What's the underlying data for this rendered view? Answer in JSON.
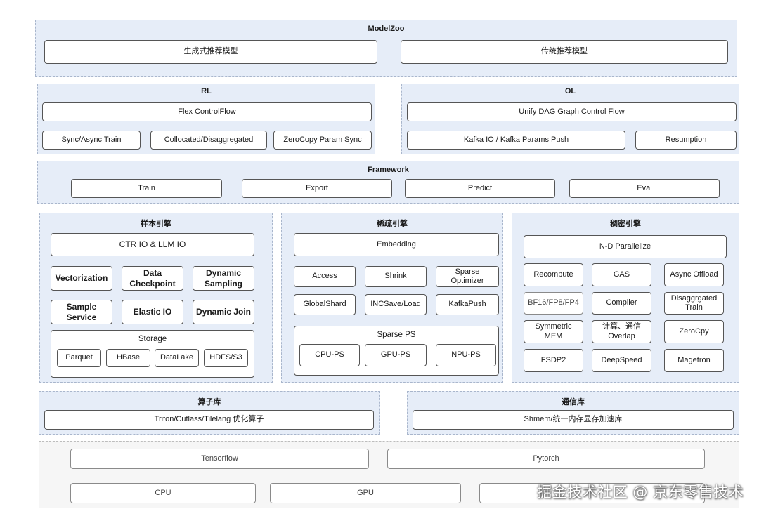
{
  "modelzoo": {
    "title": "ModelZoo",
    "items": [
      "生成式推荐模型",
      "传统推荐模型"
    ]
  },
  "rl": {
    "title": "RL",
    "control": "Flex ControlFlow",
    "items": [
      "Sync/Async Train",
      "Collocated/Disaggregated",
      "ZeroCopy Param Sync"
    ]
  },
  "ol": {
    "title": "OL",
    "control": "Unify DAG Graph Control Flow",
    "items": [
      "Kafka  IO / Kafka Params Push",
      "Resumption"
    ]
  },
  "framework": {
    "title": "Framework",
    "items": [
      "Train",
      "Export",
      "Predict",
      "Eval"
    ]
  },
  "sample_engine": {
    "title": "样本引擎",
    "io": "CTR IO & LLM IO",
    "items": [
      "Vectorization",
      "Data Checkpoint",
      "Dynamic Sampling",
      "Sample Service",
      "Elastic IO",
      "Dynamic Join"
    ],
    "storage": {
      "title": "Storage",
      "items": [
        "Parquet",
        "HBase",
        "DataLake",
        "HDFS/S3"
      ]
    }
  },
  "sparse_engine": {
    "title": "稀疏引擎",
    "embedding": "Embedding",
    "items": [
      "Access",
      "Shrink",
      "Sparse Optimizer",
      "GlobalShard",
      "INCSave/Load",
      "KafkaPush"
    ],
    "ps": {
      "title": "Sparse PS",
      "items": [
        "CPU-PS",
        "GPU-PS",
        "NPU-PS"
      ]
    }
  },
  "dense_engine": {
    "title": "稠密引擎",
    "parallel": "N-D Parallelize",
    "items": [
      "Recompute",
      "GAS",
      "Async Offload",
      "BF16/FP8/FP4",
      "Compiler",
      "Disaggrgated Train",
      "Symmetric MEM",
      "计算、通信 Overlap",
      "ZeroCpy",
      "FSDP2",
      "DeepSpeed",
      "Magetron"
    ]
  },
  "op_lib": {
    "title": "算子库",
    "item": "Triton/Cutlass/Tilelang 优化算子"
  },
  "comm_lib": {
    "title": "通信库",
    "item": "Shmem/统一内存显存加速库"
  },
  "base": {
    "frameworks": [
      "Tensorflow",
      "Pytorch"
    ],
    "hardware": [
      "CPU",
      "GPU",
      ""
    ]
  },
  "watermark": "掘金技术社区 @ 京东零售技术"
}
